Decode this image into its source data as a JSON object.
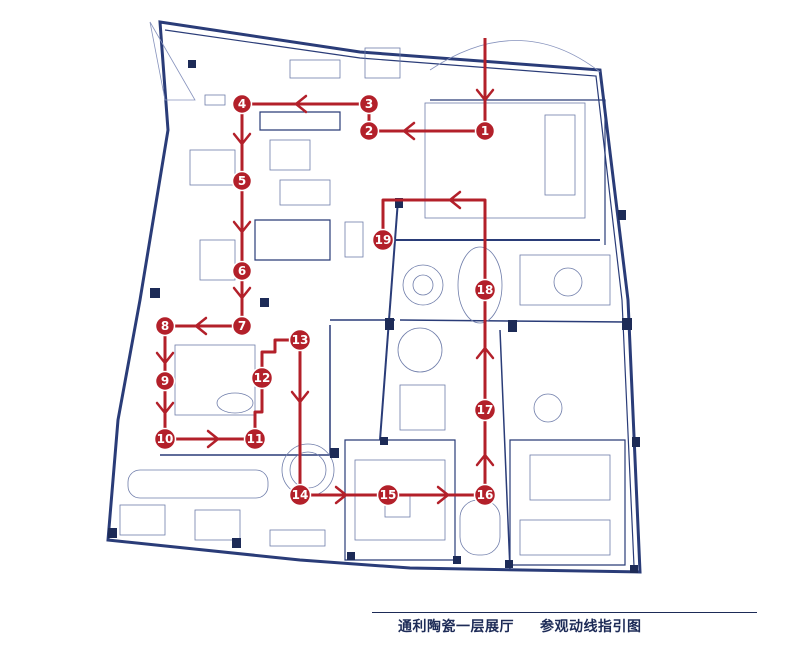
{
  "caption": {
    "title": "通利陶瓷一层展厅",
    "subtitle": "参观动线指引图"
  },
  "route": {
    "color": "#b3202a",
    "stops": [
      {
        "label": "1"
      },
      {
        "label": "2"
      },
      {
        "label": "3"
      },
      {
        "label": "4"
      },
      {
        "label": "5"
      },
      {
        "label": "6"
      },
      {
        "label": "7"
      },
      {
        "label": "8"
      },
      {
        "label": "9"
      },
      {
        "label": "10"
      },
      {
        "label": "11"
      },
      {
        "label": "12"
      },
      {
        "label": "13"
      },
      {
        "label": "14"
      },
      {
        "label": "15"
      },
      {
        "label": "16"
      },
      {
        "label": "17"
      },
      {
        "label": "18"
      },
      {
        "label": "19"
      }
    ]
  },
  "colors": {
    "wall": "#2a3c78",
    "route": "#b3202a",
    "column": "#1d2b57"
  }
}
